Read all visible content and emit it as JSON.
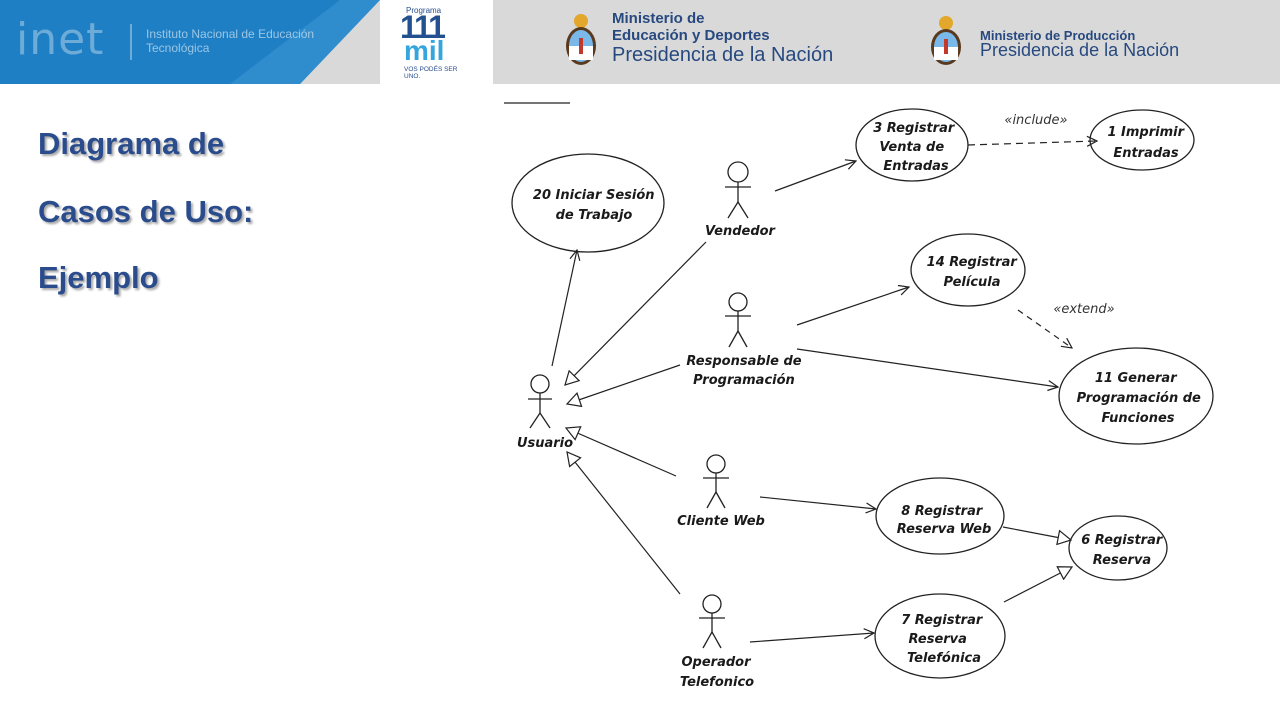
{
  "header": {
    "inet_logo": "inet",
    "inet_name": "Instituto Nacional de Educación Tecnológica",
    "programa_label": "Programa",
    "programa_number": "111",
    "programa_mil": "mil",
    "programa_tagline": "VOS PODÉS SER UNO.",
    "ministry1_line1": "Ministerio de",
    "ministry1_line2": "Educación y Deportes",
    "ministry1_line3": "Presidencia de la Nación",
    "ministry2_line1": "Ministerio de Producción",
    "ministry2_line2": "Presidencia de la Nación"
  },
  "title": {
    "line1": "Diagrama de",
    "line2": "Casos de Uso:",
    "line3": "Ejemplo"
  },
  "diagram": {
    "actors": {
      "usuario": "Usuario",
      "vendedor": "Vendedor",
      "responsable_1": "Responsable de",
      "responsable_2": "Programación",
      "cliente_web": "Cliente Web",
      "operador_1": "Operador",
      "operador_2": "Telefonico"
    },
    "use_cases": {
      "uc20": [
        "20 Iniciar Sesión",
        "de Trabajo"
      ],
      "uc3": [
        "3 Registrar",
        "Venta de",
        "Entradas"
      ],
      "uc1": [
        "1 Imprimir",
        "Entradas"
      ],
      "uc14": [
        "14 Registrar",
        "Película"
      ],
      "uc11": [
        "11 Generar",
        "Programación de",
        "Funciones"
      ],
      "uc8": [
        "8 Registrar",
        "Reserva Web"
      ],
      "uc6": [
        "6 Registrar",
        "Reserva"
      ],
      "uc7": [
        "7 Registrar",
        "Reserva",
        "Telefónica"
      ]
    },
    "stereotypes": {
      "include": "«include»",
      "extend": "«extend»"
    }
  }
}
